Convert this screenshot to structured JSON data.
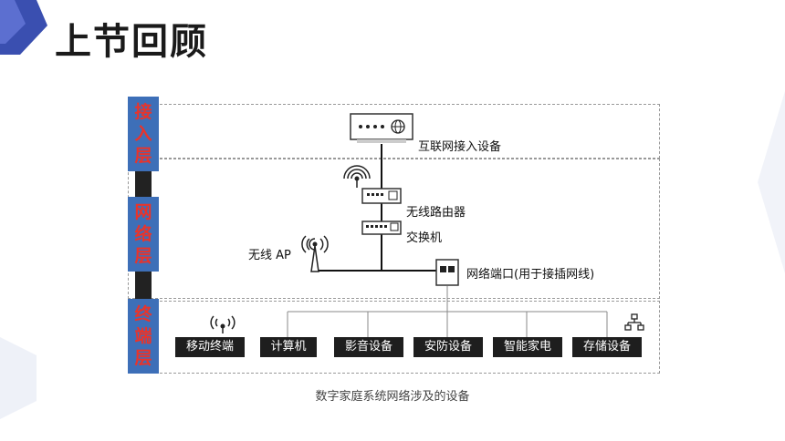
{
  "slide": {
    "title": "上节回顾"
  },
  "colors": {
    "layer_label_bg": "#3d6fb8",
    "layer_label_text": "#e8342b",
    "terminal_bg": "#1e1e1e"
  },
  "layers": {
    "access": {
      "chars": [
        "接",
        "入",
        "层"
      ]
    },
    "network": {
      "chars": [
        "网",
        "络",
        "层"
      ]
    },
    "terminal": {
      "chars": [
        "终",
        "端",
        "层"
      ]
    }
  },
  "devices": {
    "internet_access": "互联网接入设备",
    "wireless_router": "无线路由器",
    "switch": "交换机",
    "wireless_ap": "无线 AP",
    "network_port": "网络端口(用于接插网线)"
  },
  "terminals": [
    "移动终端",
    "计算机",
    "影音设备",
    "安防设备",
    "智能家电",
    "存储设备"
  ],
  "caption": "数字家庭系统网络涉及的设备",
  "icons": [
    "globe-icon",
    "wifi-icon",
    "router-icon",
    "switch-icon",
    "network-port-icon",
    "network-topology-icon",
    "antenna-icon"
  ]
}
